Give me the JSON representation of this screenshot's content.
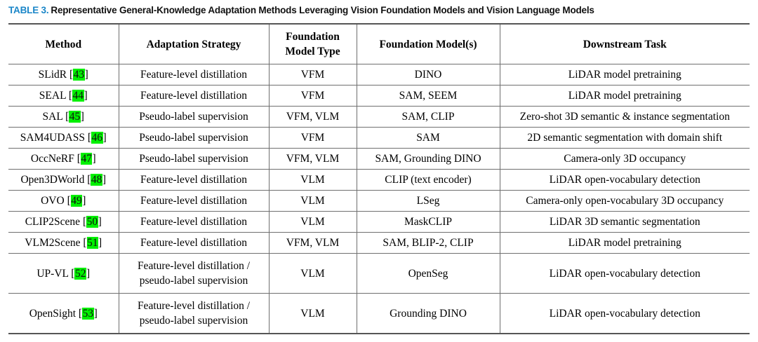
{
  "caption": {
    "label": "TABLE 3.",
    "text": "Representative General-Knowledge Adaptation Methods Leveraging Vision Foundation Models and Vision Language Models",
    "label_color": "#1a86c8",
    "text_color": "#111111"
  },
  "table": {
    "highlight_color": "#00f000",
    "rule_color": "#6f6f6f",
    "headers": [
      "Method",
      "Adaptation Strategy",
      "Foundation Model Type",
      "Foundation Model(s)",
      "Downstream Task"
    ],
    "header_lines": {
      "fm_type_line1": "Foundation",
      "fm_type_line2": "Model Type"
    },
    "rows": [
      {
        "method_name": "SLidR",
        "method_cite": "43",
        "strategy": "Feature-level distillation",
        "strategy_line2": "",
        "fm_type": "VFM",
        "fm_models": "DINO",
        "task": "LiDAR model pretraining"
      },
      {
        "method_name": "SEAL",
        "method_cite": "44",
        "strategy": "Feature-level distillation",
        "strategy_line2": "",
        "fm_type": "VFM",
        "fm_models": "SAM, SEEM",
        "task": "LiDAR model pretraining"
      },
      {
        "method_name": "SAL",
        "method_cite": "45",
        "strategy": "Pseudo-label supervision",
        "strategy_line2": "",
        "fm_type": "VFM, VLM",
        "fm_models": "SAM, CLIP",
        "task": "Zero-shot 3D semantic & instance segmentation"
      },
      {
        "method_name": "SAM4UDASS",
        "method_cite": "46",
        "strategy": "Pseudo-label supervision",
        "strategy_line2": "",
        "fm_type": "VFM",
        "fm_models": "SAM",
        "task": "2D semantic segmentation with domain shift"
      },
      {
        "method_name": "OccNeRF",
        "method_cite": "47",
        "strategy": "Pseudo-label supervision",
        "strategy_line2": "",
        "fm_type": "VFM, VLM",
        "fm_models": "SAM, Grounding DINO",
        "task": "Camera-only 3D occupancy"
      },
      {
        "method_name": "Open3DWorld",
        "method_cite": "48",
        "strategy": "Feature-level distillation",
        "strategy_line2": "",
        "fm_type": "VLM",
        "fm_models": "CLIP (text encoder)",
        "task": "LiDAR open-vocabulary detection"
      },
      {
        "method_name": "OVO",
        "method_cite": "49",
        "strategy": "Feature-level distillation",
        "strategy_line2": "",
        "fm_type": "VLM",
        "fm_models": "LSeg",
        "task": "Camera-only open-vocabulary 3D occupancy"
      },
      {
        "method_name": "CLIP2Scene",
        "method_cite": "50",
        "strategy": "Feature-level distillation",
        "strategy_line2": "",
        "fm_type": "VLM",
        "fm_models": "MaskCLIP",
        "task": "LiDAR 3D semantic segmentation"
      },
      {
        "method_name": "VLM2Scene",
        "method_cite": "51",
        "strategy": "Feature-level distillation",
        "strategy_line2": "",
        "fm_type": "VFM, VLM",
        "fm_models": "SAM, BLIP-2, CLIP",
        "task": "LiDAR model pretraining"
      },
      {
        "method_name": "UP-VL",
        "method_cite": "52",
        "strategy": "Feature-level distillation /",
        "strategy_line2": "pseudo-label supervision",
        "fm_type": "VLM",
        "fm_models": "OpenSeg",
        "task": "LiDAR open-vocabulary detection"
      },
      {
        "method_name": "OpenSight",
        "method_cite": "53",
        "strategy": "Feature-level distillation /",
        "strategy_line2": "pseudo-label supervision",
        "fm_type": "VLM",
        "fm_models": "Grounding DINO",
        "task": "LiDAR open-vocabulary detection"
      }
    ]
  }
}
